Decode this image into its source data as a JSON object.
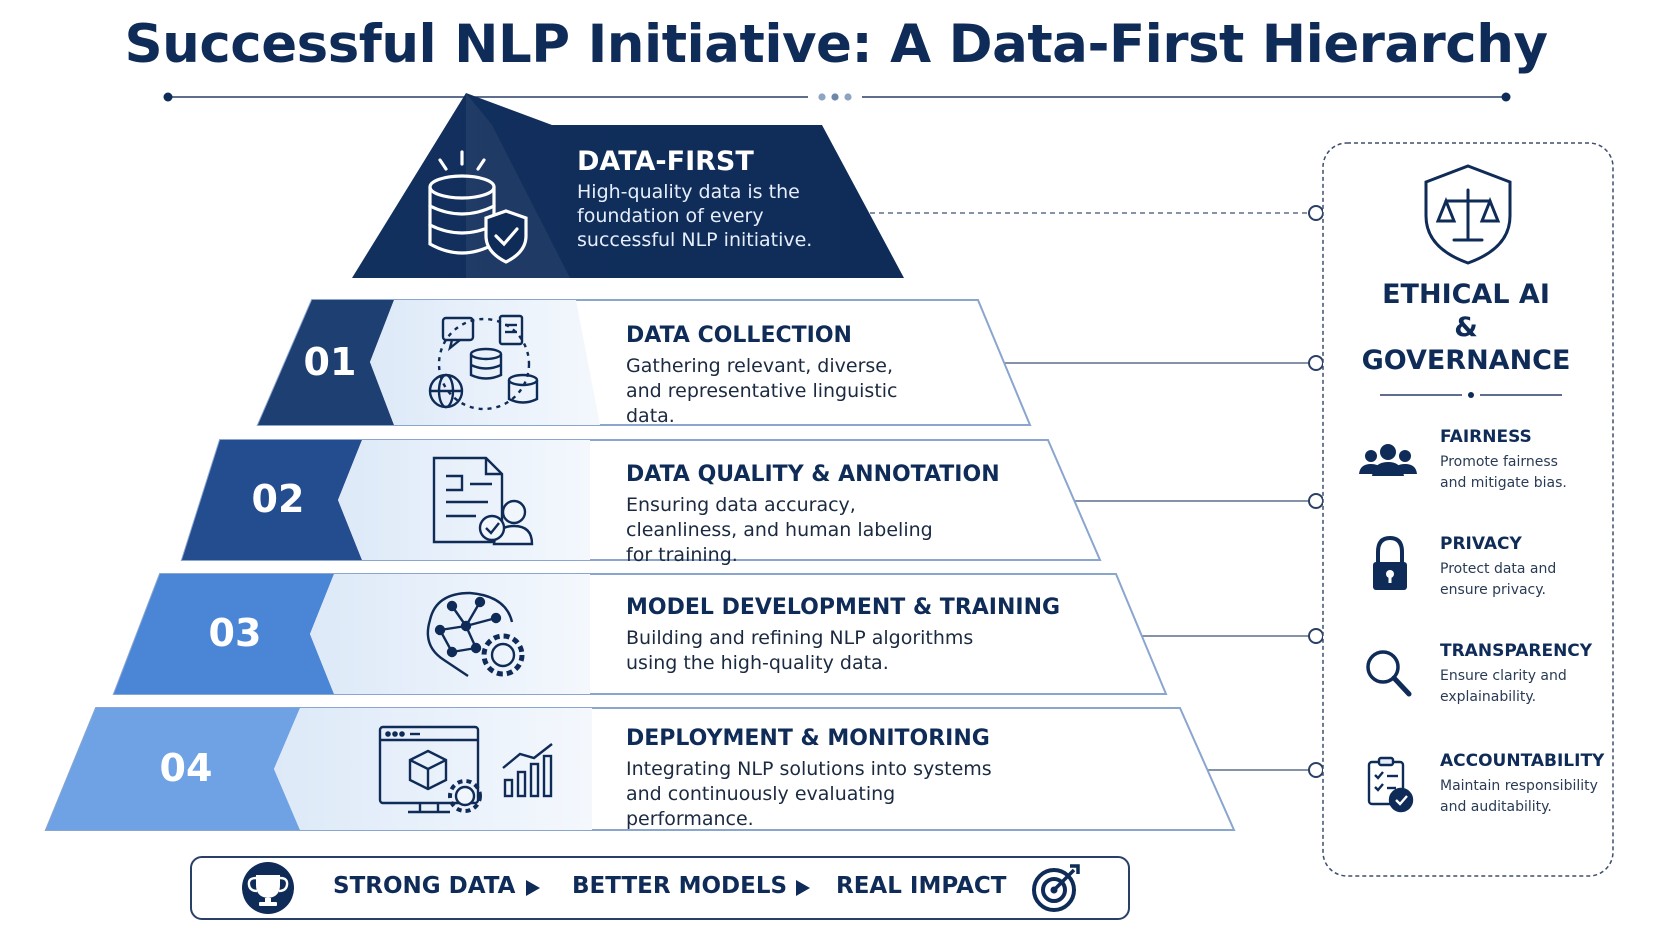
{
  "title": "Successful NLP Initiative: A Data-First Hierarchy",
  "apex": {
    "heading": "DATA-FIRST",
    "description": "High-quality data is the foundation of every successful NLP initiative."
  },
  "tiers": [
    {
      "number": "01",
      "heading": "DATA COLLECTION",
      "description": "Gathering relevant, diverse, and representative linguistic data."
    },
    {
      "number": "02",
      "heading": "DATA QUALITY & ANNOTATION",
      "description": "Ensuring data accuracy, cleanliness, and human labeling for training."
    },
    {
      "number": "03",
      "heading": "MODEL DEVELOPMENT & TRAINING",
      "description": "Building and refining NLP algorithms using the high-quality data."
    },
    {
      "number": "04",
      "heading": "DEPLOYMENT & MONITORING",
      "description": "Integrating NLP solutions into systems and continuously evaluating performance."
    }
  ],
  "governance": {
    "heading_lines": [
      "ETHICAL AI",
      "&",
      "GOVERNANCE"
    ],
    "pillars": [
      {
        "heading": "FAIRNESS",
        "description": "Promote fairness and mitigate bias.",
        "icon": "people-group-icon"
      },
      {
        "heading": "PRIVACY",
        "description": "Protect data and ensure privacy.",
        "icon": "padlock-icon"
      },
      {
        "heading": "TRANSPARENCY",
        "description": "Ensure clarity and explainability.",
        "icon": "magnifier-icon"
      },
      {
        "heading": "ACCOUNTABILITY",
        "description": "Maintain responsibility and auditability.",
        "icon": "checklist-icon"
      }
    ]
  },
  "banner": {
    "steps": [
      "STRONG DATA",
      "BETTER MODELS",
      "REAL IMPACT"
    ]
  },
  "colors": {
    "navy": "#0f2b57",
    "tier_01": "#1e3f72",
    "tier_02": "#234d8f",
    "tier_03": "#4b86d6",
    "tier_04": "#6ea2e4",
    "panel": "#eaf2fc"
  }
}
